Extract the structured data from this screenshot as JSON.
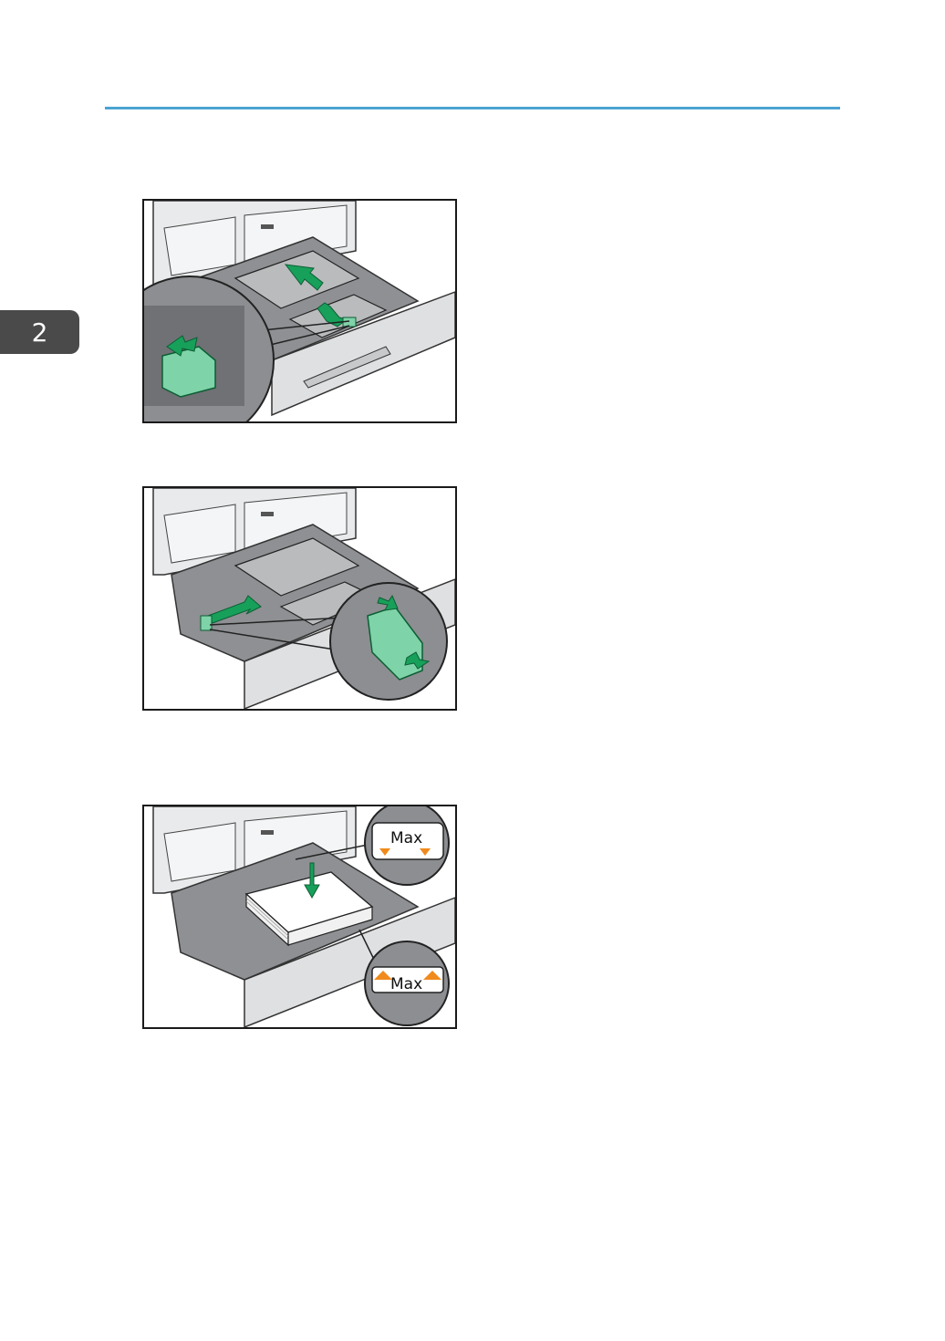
{
  "page": {
    "chapter_tab": "2"
  },
  "figures": [
    {
      "id": "release-lever-adjust-side-guides"
    },
    {
      "id": "pinch-end-guide-slide"
    },
    {
      "id": "load-paper-max-mark",
      "callouts": {
        "top_label": "Max",
        "bottom_label": "Max"
      }
    }
  ],
  "colors": {
    "accent_rule": "#4ba3d3",
    "tab": "#4a4a4a",
    "guide_green": "#17a05a",
    "lever_green": "#7fd3a8",
    "arrow_orange": "#f08a1c"
  }
}
